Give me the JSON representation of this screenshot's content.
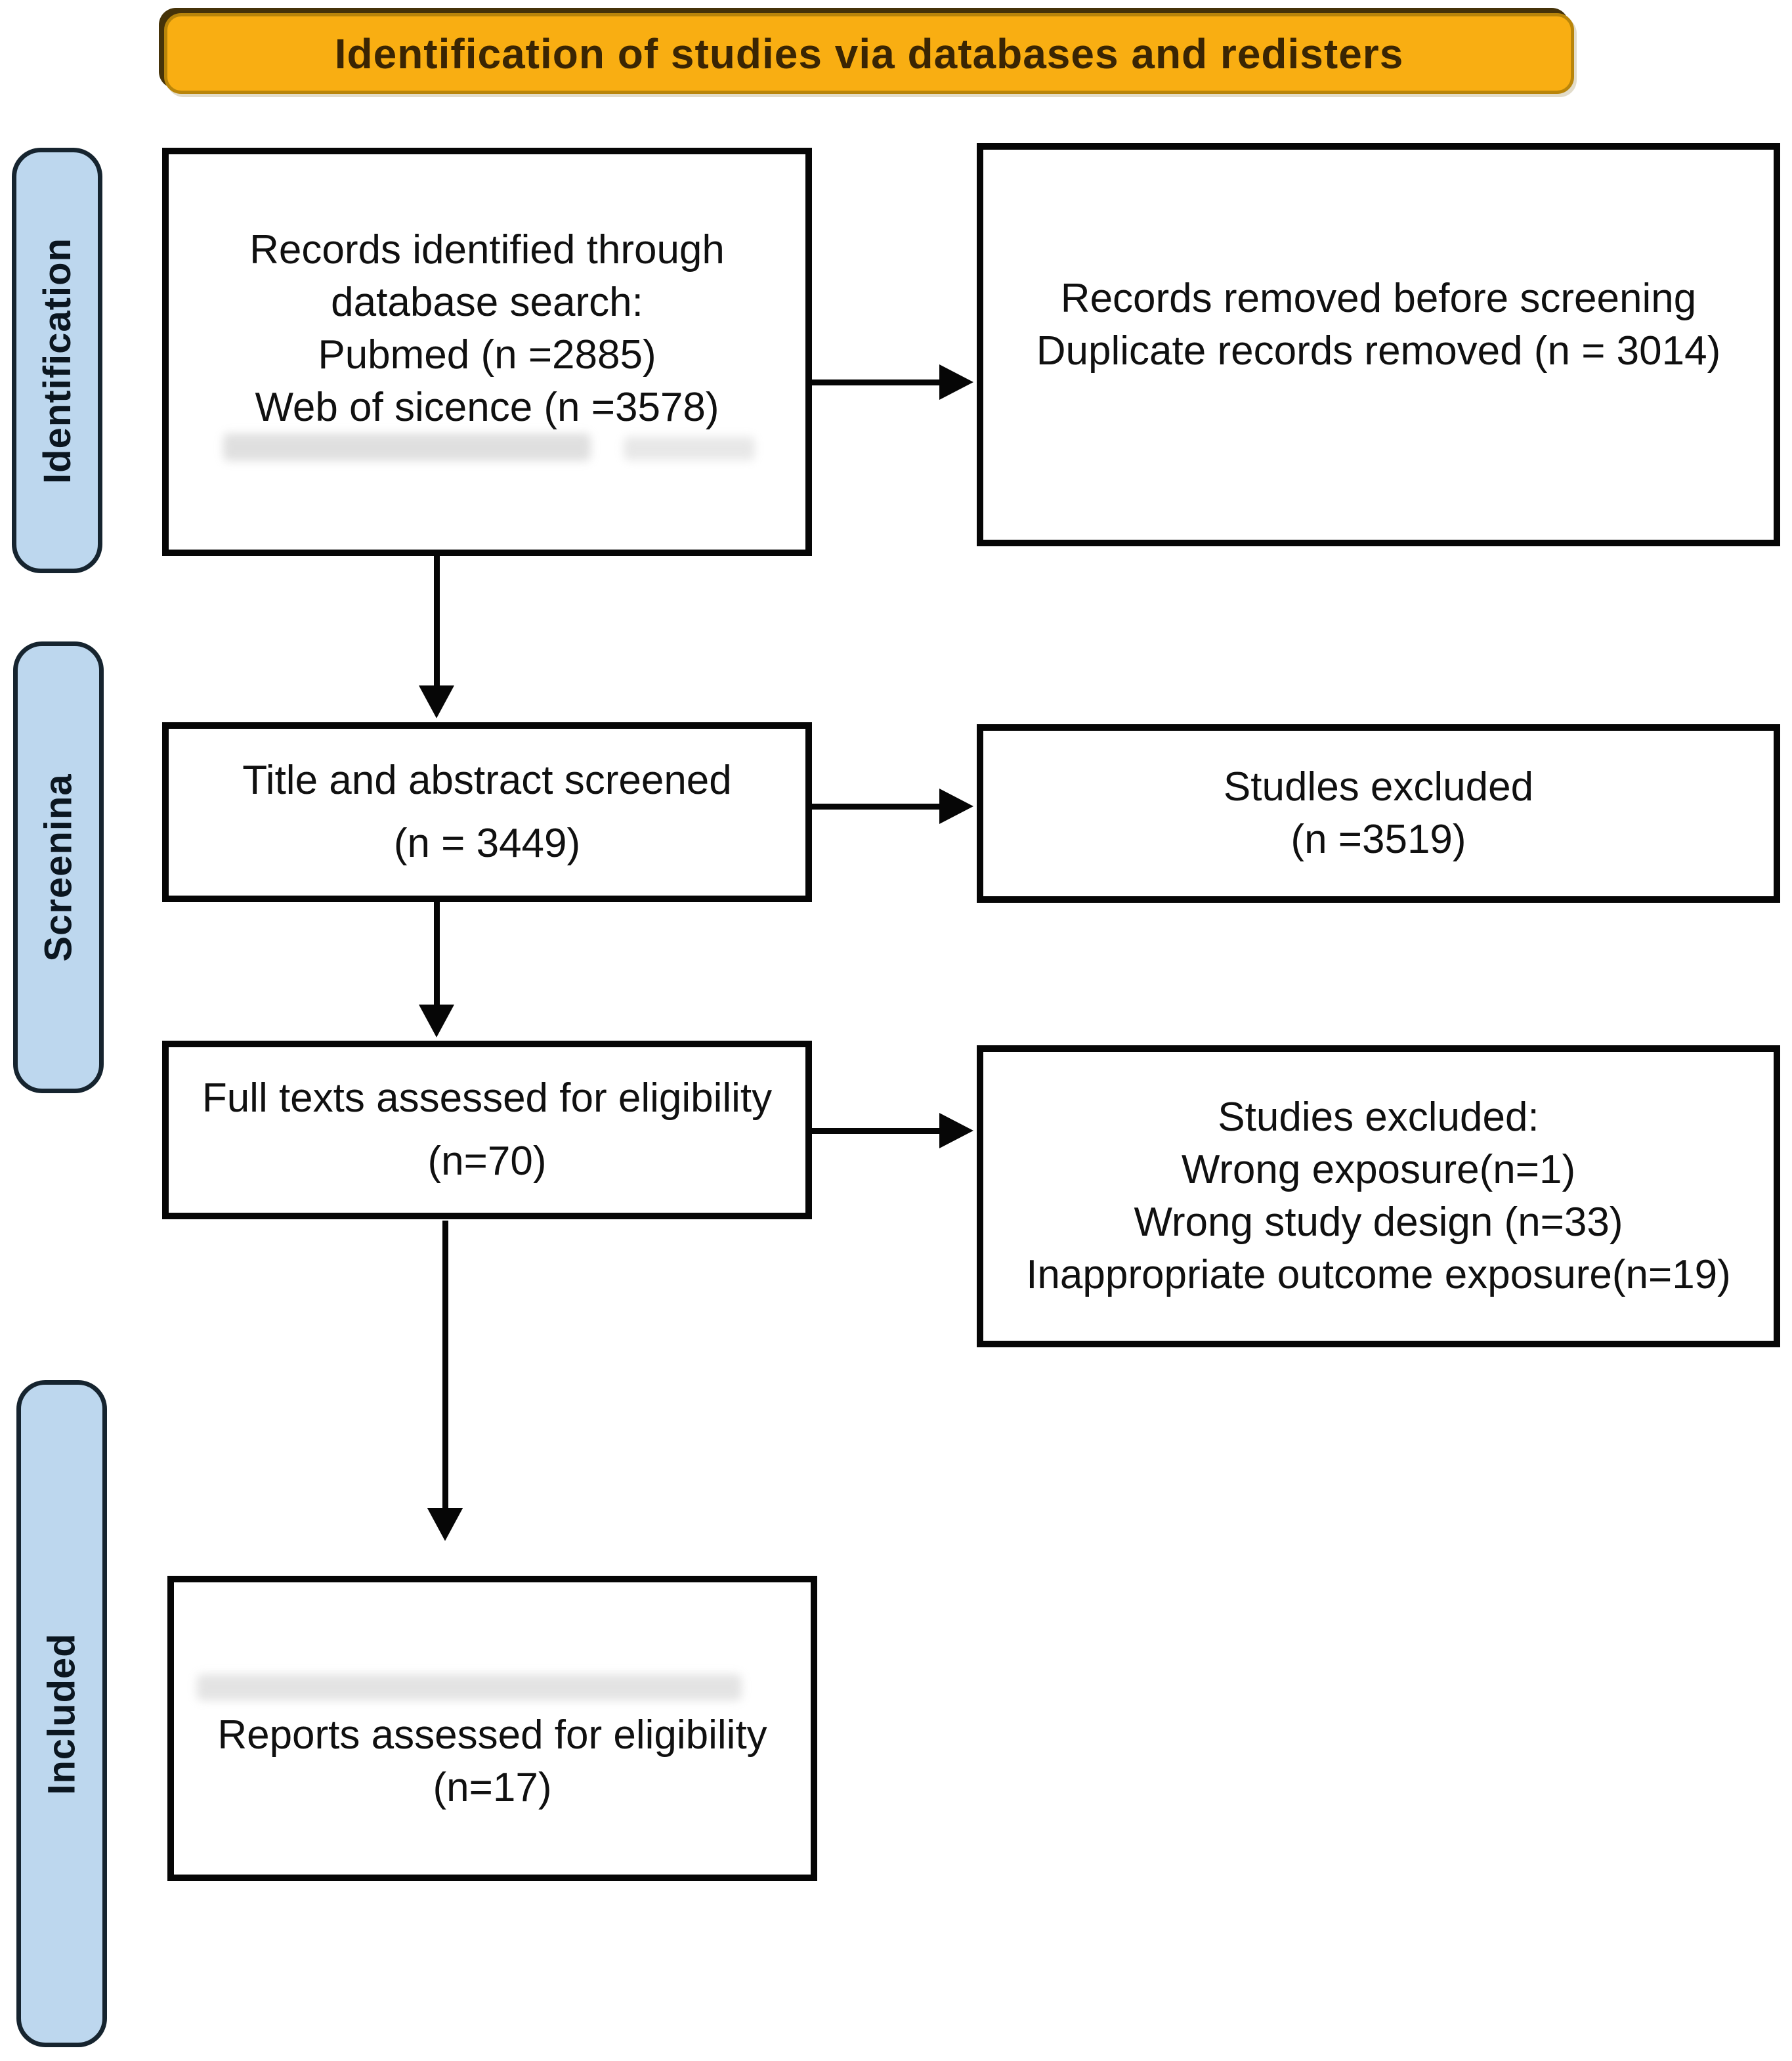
{
  "banner": {
    "label": "Identification of studies via databases and redisters"
  },
  "stages": {
    "identification": "Identification",
    "screening": "Screenina",
    "included": "Included"
  },
  "boxes": {
    "records_identified": {
      "lines": [
        "Records identified through",
        "database search:",
        "Pubmed (n =2885)",
        "Web of sicence (n =3578)"
      ]
    },
    "records_removed": {
      "lines": [
        "Records removed before screening",
        "Duplicate records removed (n = 3014)"
      ]
    },
    "title_abstract_screened": {
      "lines": [
        "Title and abstract screened",
        "(n = 3449)"
      ]
    },
    "studies_excluded_screening": {
      "lines": [
        "Studles excluded",
        "(n =3519)"
      ]
    },
    "full_texts_assessed": {
      "lines": [
        "Full texts assessed for eligibility",
        "(n=70)"
      ]
    },
    "studies_excluded_fulltext": {
      "lines": [
        "Studies excluded:",
        "Wrong exposure(n=1)",
        "Wrong study design (n=33)",
        "Inappropriate outcome exposure(n=19)"
      ]
    },
    "reports_assessed": {
      "lines": [
        "Reports assessed for eligibility",
        "(n=17)"
      ]
    }
  },
  "colors": {
    "banner_fill": "#F9AE12",
    "banner_border": "#B9850A",
    "banner_text": "#3A2503",
    "stage_fill": "#BDD7EE",
    "stage_border": "#16242F",
    "box_border": "#060606",
    "arrow": "#060606",
    "text": "#101010",
    "background": "#FFFFFF"
  }
}
